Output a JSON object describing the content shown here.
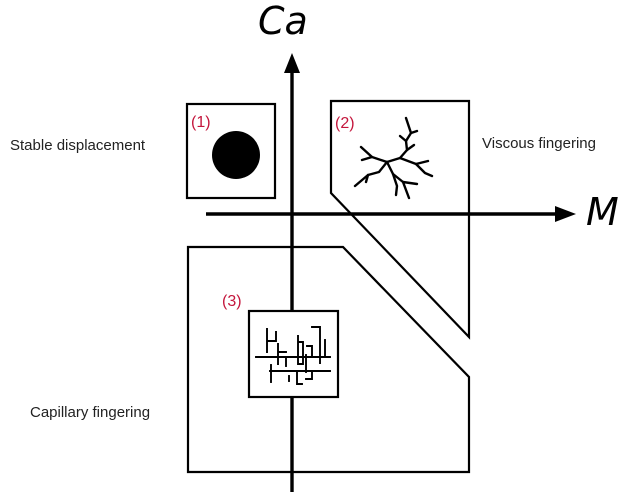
{
  "axes": {
    "y_label": "Ca",
    "x_label": "M"
  },
  "regions": {
    "stable_displacement": "Stable displacement",
    "viscous_fingering": "Viscous fingering",
    "capillary_fingering": "Capillary fingering"
  },
  "insets": {
    "stable_number": "(1)",
    "viscous_number": "(2)",
    "capillary_number": "(3)"
  },
  "colors": {
    "number_label": "#c4163c",
    "ink": "#000000"
  }
}
